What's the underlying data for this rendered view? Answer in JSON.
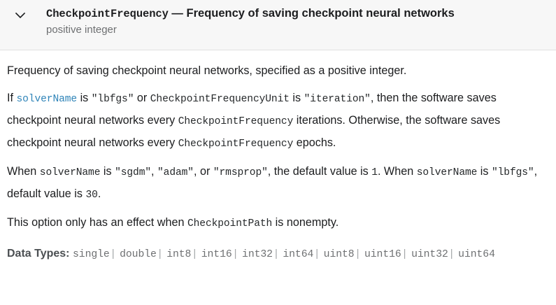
{
  "header": {
    "chevron_icon": "chevron-down-icon",
    "name": "CheckpointFrequency",
    "dash": " — ",
    "summary": "Frequency of saving checkpoint neural networks",
    "subtitle": "positive integer",
    "background": "#f7f7f7",
    "border_color": "#e0e0e0"
  },
  "colors": {
    "text": "#1c1d1f",
    "muted": "#6e7072",
    "link": "#2f84b8",
    "code": "#25282a"
  },
  "paragraphs": {
    "p1": {
      "t1": "Frequency of saving checkpoint neural networks, specified as a positive integer."
    },
    "p2": {
      "t1": "If ",
      "link1": "solverName",
      "t2": " is ",
      "c1": "\"lbfgs\"",
      "t3": " or ",
      "c2": "CheckpointFrequencyUnit",
      "t4": " is ",
      "c3": "\"iteration\"",
      "t5": ", then the software saves checkpoint neural networks every ",
      "c4": "CheckpointFrequency",
      "t6": " iterations. Otherwise, the software saves checkpoint neural networks every ",
      "c5": "CheckpointFrequency",
      "t7": " epochs."
    },
    "p3": {
      "t1": "When ",
      "c1": "solverName",
      "t2": " is ",
      "c2": "\"sgdm\"",
      "t3": ", ",
      "c3": "\"adam\"",
      "t4": ", or ",
      "c4": "\"rmsprop\"",
      "t5": ", the default value is ",
      "c5": "1",
      "t6": ". When ",
      "c6": "solverName",
      "t7": " is ",
      "c7": "\"lbfgs\"",
      "t8": ", default value is ",
      "c8": "30",
      "t9": "."
    },
    "p4": {
      "t1": "This option only has an effect when ",
      "c1": "CheckpointPath",
      "t2": " is nonempty."
    }
  },
  "data_types": {
    "label": "Data Types:",
    "separator": "|",
    "items": [
      "single",
      "double",
      "int8",
      "int16",
      "int32",
      "int64",
      "uint8",
      "uint16",
      "uint32",
      "uint64"
    ]
  }
}
